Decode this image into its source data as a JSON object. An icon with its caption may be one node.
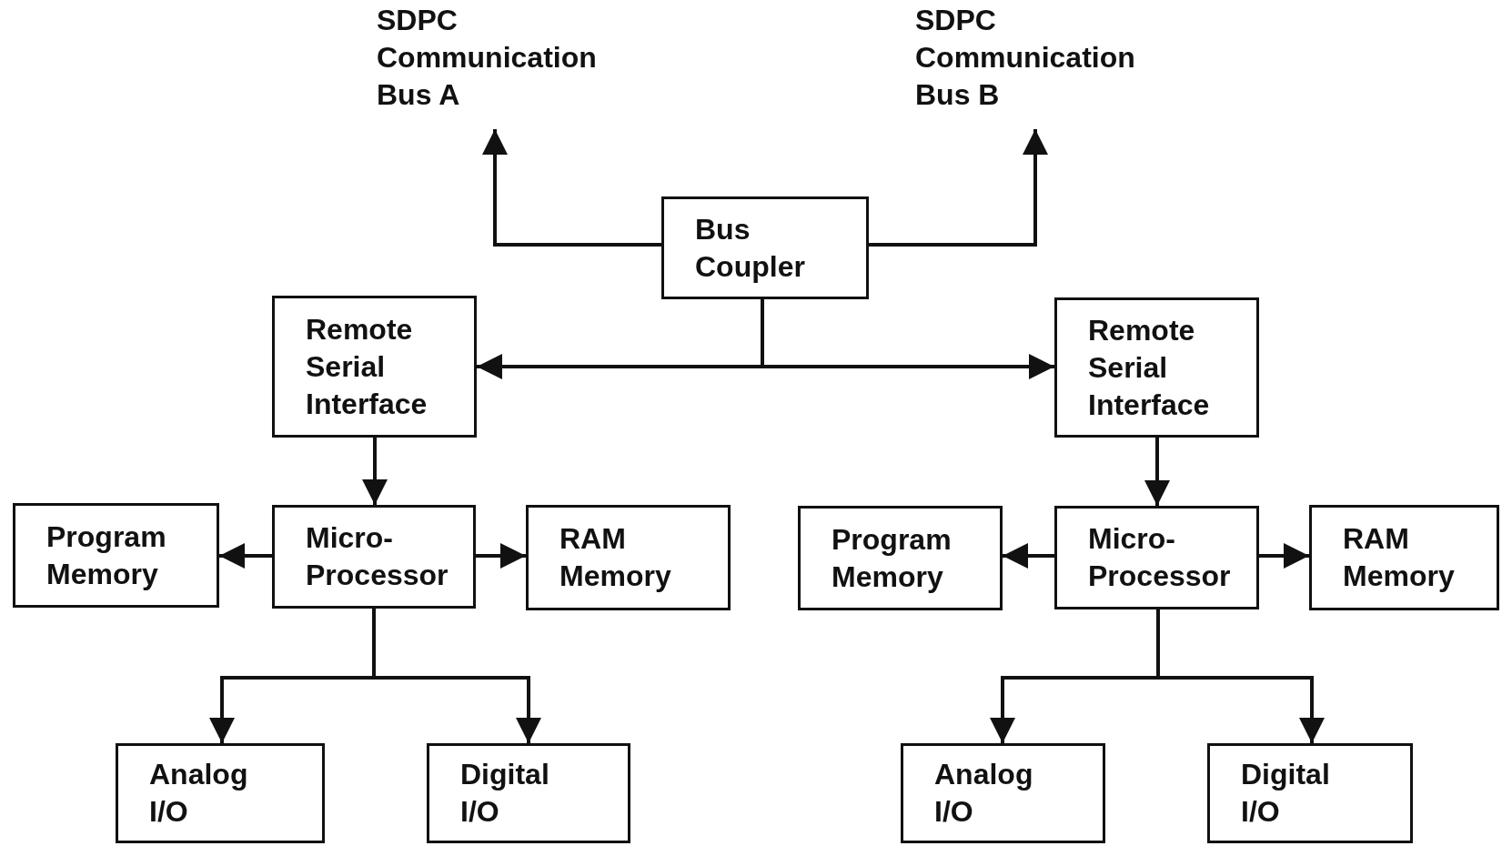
{
  "diagram": {
    "nodes": [
      {
        "text": [
          "SDPC Communication Bus A"
        ]
      },
      {
        "text": [
          "SDPC Communication Bus B"
        ]
      },
      {
        "text": [
          "Bus Coupler"
        ]
      },
      {
        "text": [
          "Remote Serial Interface"
        ]
      },
      {
        "text": [
          "Remote Serial Interface"
        ]
      },
      {
        "text": [
          "Program Memory"
        ]
      },
      {
        "text": [
          "Micro-Processor"
        ]
      },
      {
        "text": [
          "RAM Memory"
        ]
      },
      {
        "text": [
          "Program Memory"
        ]
      },
      {
        "text": [
          "Micro-Processor"
        ]
      },
      {
        "text": [
          "RAM Memory"
        ]
      },
      {
        "text": [
          "Analog I/O"
        ]
      },
      {
        "text": [
          "Digital I/O"
        ]
      },
      {
        "text": [
          "Analog I/O"
        ]
      },
      {
        "text": [
          "Digital I/O"
        ]
      }
    ],
    "edges": [
      {
        "from": 2,
        "to": 0,
        "arrow": "to"
      },
      {
        "from": 2,
        "to": 1,
        "arrow": "to"
      },
      {
        "from": 2,
        "to": 3,
        "arrow": "to"
      },
      {
        "from": 2,
        "to": 4,
        "arrow": "to"
      },
      {
        "from": 3,
        "to": 6,
        "arrow": "to"
      },
      {
        "from": 4,
        "to": 9,
        "arrow": "to"
      },
      {
        "from": 6,
        "to": 5,
        "arrow": "to"
      },
      {
        "from": 6,
        "to": 7,
        "arrow": "to"
      },
      {
        "from": 9,
        "to": 8,
        "arrow": "to"
      },
      {
        "from": 9,
        "to": 10,
        "arrow": "to"
      },
      {
        "from": 6,
        "to": 11,
        "arrow": "to"
      },
      {
        "from": 6,
        "to": 12,
        "arrow": "to"
      },
      {
        "from": 9,
        "to": 13,
        "arrow": "to"
      },
      {
        "from": 9,
        "to": 14,
        "arrow": "to"
      }
    ]
  }
}
